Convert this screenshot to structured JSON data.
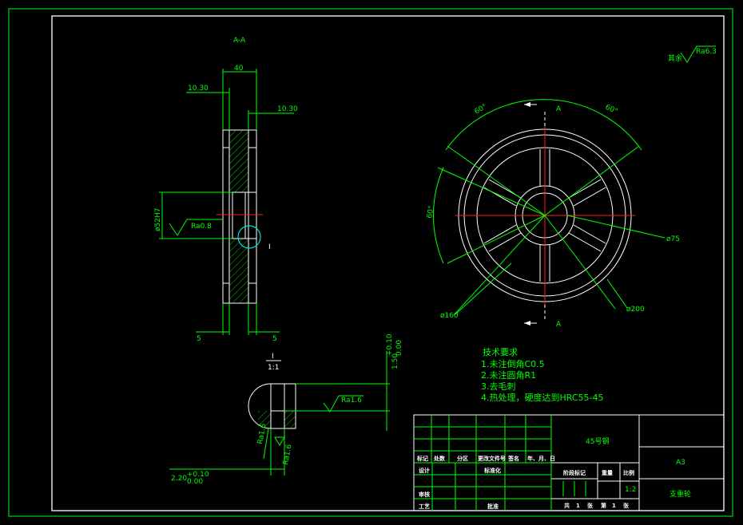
{
  "views": {
    "section_label": "A-A",
    "cut_label": "A",
    "detail_label": "I",
    "detail_scale": "1:1"
  },
  "dims": {
    "width_40": "40",
    "d_10_30_left": "10.30",
    "d_10_30_right": "10.30",
    "bore": "ø52H7",
    "five_left": "5",
    "five_right": "5",
    "angle_top_left": "60°",
    "angle_top_right": "60°",
    "angle_left": "60°",
    "d75": "ø75",
    "d160": "ø160",
    "d200": "ø200",
    "groove_depth": "1.50",
    "groove_depth_tol_upper": "+0.10",
    "groove_depth_tol_lower": "0.00",
    "groove_width": "2.20",
    "groove_width_tol_upper": "+0.10",
    "groove_width_tol_lower": "0.00"
  },
  "roughness": {
    "bore": "Ra0.8",
    "groove_top": "Ra1.6",
    "groove_side1": "Ra1.6",
    "groove_side2": "Ra1.6",
    "rest_prefix": "其余",
    "rest": "Ra6.3"
  },
  "tech": {
    "title": "技术要求",
    "items": [
      "1.未注倒角C0.5",
      "2.未注圆角R1",
      "3.去毛刺",
      "4.热处理，硬度达到HRC55-45"
    ]
  },
  "title_block": {
    "material": "45号钢",
    "paper_size": "A3",
    "part_name": "支重轮",
    "scale": "1:2",
    "h_mark": "标记",
    "h_count": "处数",
    "h_zone": "分区",
    "h_docno": "更改文件号",
    "h_sign": "签名",
    "h_date": "年、月、日",
    "h_design": "设计",
    "h_standard": "标准化",
    "h_stage": "阶段标记",
    "h_weight": "重量",
    "h_scale": "比例",
    "h_check": "审核",
    "h_process": "工艺",
    "h_approve": "批准",
    "sheets_total_label": "共",
    "sheets_total": "1",
    "sheet_label": "张",
    "sheet_no_label": "第",
    "sheet_no": "1",
    "sheet_no_suffix": "张"
  },
  "colors": {
    "outline": "#00ff00",
    "geometry": "#ffffff",
    "centerline": "#ff2020",
    "detail_circle": "#00e0e0"
  }
}
